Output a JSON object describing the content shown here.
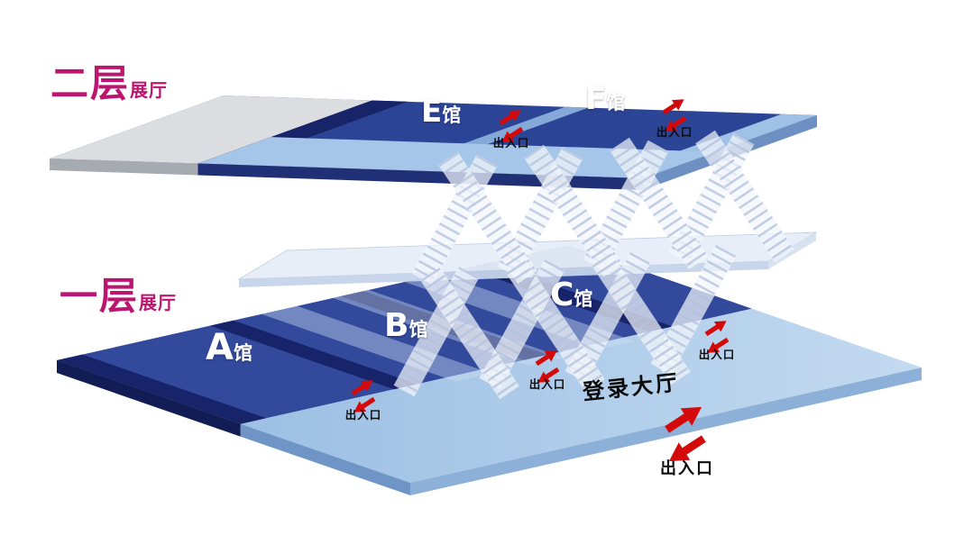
{
  "diagram": {
    "type": "exhibition-floor-map",
    "floor2": {
      "title": {
        "big": "二层",
        "small": "展厅"
      },
      "halls": [
        {
          "letter": "E",
          "suffix": "馆"
        },
        {
          "letter": "F",
          "suffix": "馆"
        }
      ],
      "exits": [
        {
          "label": "出入口"
        },
        {
          "label": "出入口"
        }
      ]
    },
    "floor1": {
      "title": {
        "big": "一层",
        "small": "展厅"
      },
      "halls": [
        {
          "letter": "A",
          "suffix": "馆"
        },
        {
          "letter": "B",
          "suffix": "馆"
        },
        {
          "letter": "C",
          "suffix": "馆"
        }
      ],
      "lobby": {
        "label": "登录大厅"
      },
      "exits": [
        {
          "label": "出入口"
        },
        {
          "label": "出入口"
        },
        {
          "label": "出入口"
        }
      ]
    },
    "main_exit": {
      "label": "出入口"
    },
    "colors": {
      "title_magenta": "#bc1570",
      "hall_dark_blue": "#32499c",
      "divider_navy": "#18246a",
      "lobby_light_blue": "#a9c8e8",
      "slab_gray": "#dbdde1",
      "stair_light": "#eef2fa",
      "exit_red": "#d40a0a",
      "hall_label_white": "#ffffff",
      "text_black": "#111111"
    },
    "icons": {
      "exit_marker": "double-arrow-icon"
    }
  }
}
